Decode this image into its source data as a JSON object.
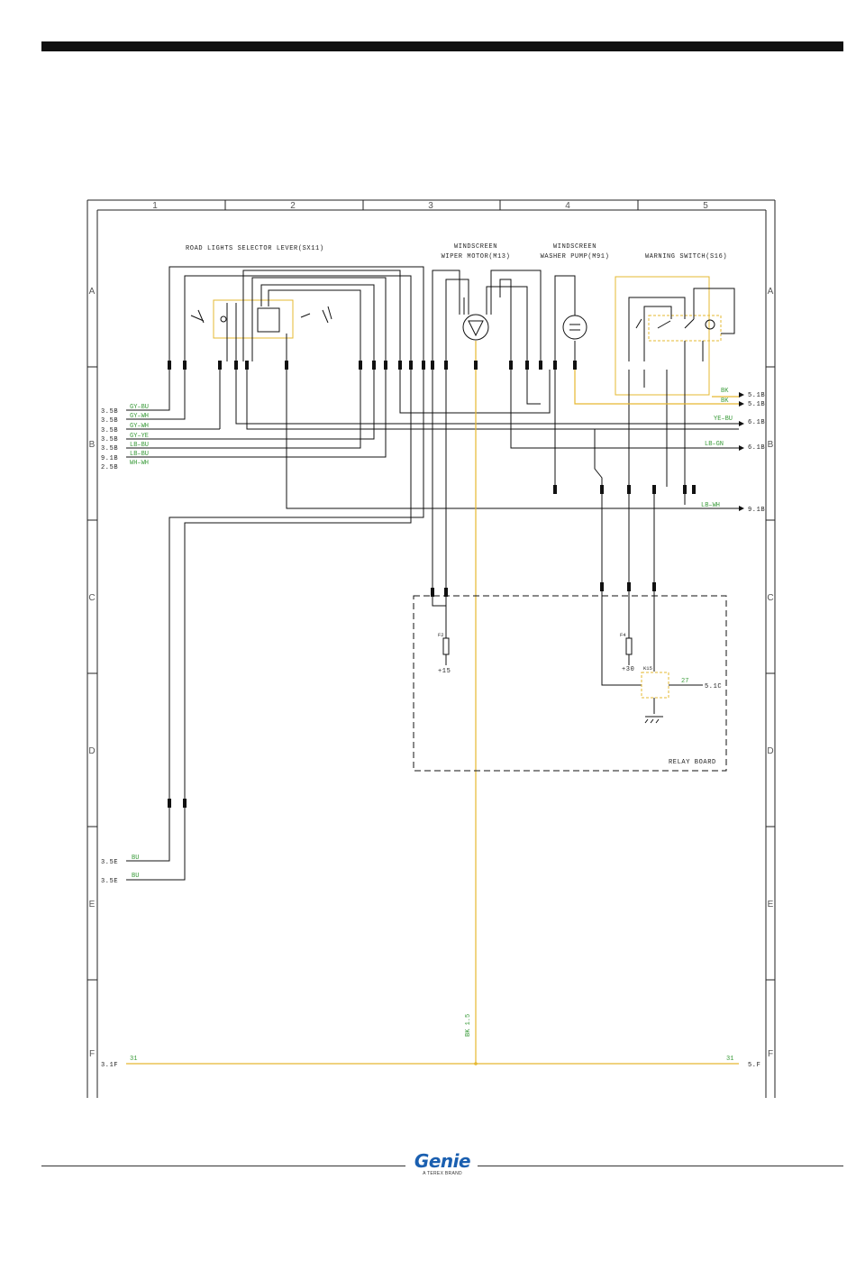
{
  "grid": {
    "columns": [
      "1",
      "2",
      "3",
      "4",
      "5"
    ],
    "rows": [
      "A",
      "B",
      "C",
      "D",
      "E",
      "F"
    ]
  },
  "components": {
    "road_lights": "ROAD LIGHTS SELECTOR LEVER(SX11)",
    "wiper_line1": "WINDSCREEN",
    "wiper_line2": "WIPER MOTOR(M13)",
    "washer_line1": "WINDSCREEN",
    "washer_line2": "WASHER PUMP(M91)",
    "warning": "WARNING SWITCH(S16)",
    "relay_board": "RELAY BOARD"
  },
  "left_refs": [
    "3.5B",
    "3.5B",
    "3.5B",
    "3.5B",
    "3.5B",
    "9.1B",
    "2.5B"
  ],
  "left_wires": [
    "GY–BU",
    "GY–WH",
    "GY–WH",
    "GY–YE",
    "LB–BU",
    "LB–BU",
    "WH–WH"
  ],
  "right_refs": [
    "5.1B",
    "5.1B",
    "6.1B",
    "6.1B",
    "9.1B"
  ],
  "right_wires": [
    "BK",
    "BK",
    "YE–BU",
    "LB–GN",
    "LB–WH"
  ],
  "bottom_refs": [
    "3.5E",
    "3.5E"
  ],
  "bottom_wires": [
    "BU",
    "BU"
  ],
  "relay": {
    "fuse1": "F2",
    "fuse1_supply": "+15",
    "fuse2": "F4",
    "fuse2_supply": "+30",
    "relay_id": "K15",
    "relay_out_wire": "27",
    "relay_out_ref": "5.1C"
  },
  "ground": {
    "left_ref": "3.1F",
    "right_ref": "5.F",
    "wire_left": "31",
    "wire_right": "31",
    "vertical_wire": "BK 1.5"
  },
  "logo": {
    "brand": "Genie",
    "tagline": "A TEREX BRAND",
    "color": "#1a5fb0"
  },
  "colors": {
    "wire": "#111111",
    "ground_wire": "#e6b830",
    "label": "#3a9b3a"
  }
}
